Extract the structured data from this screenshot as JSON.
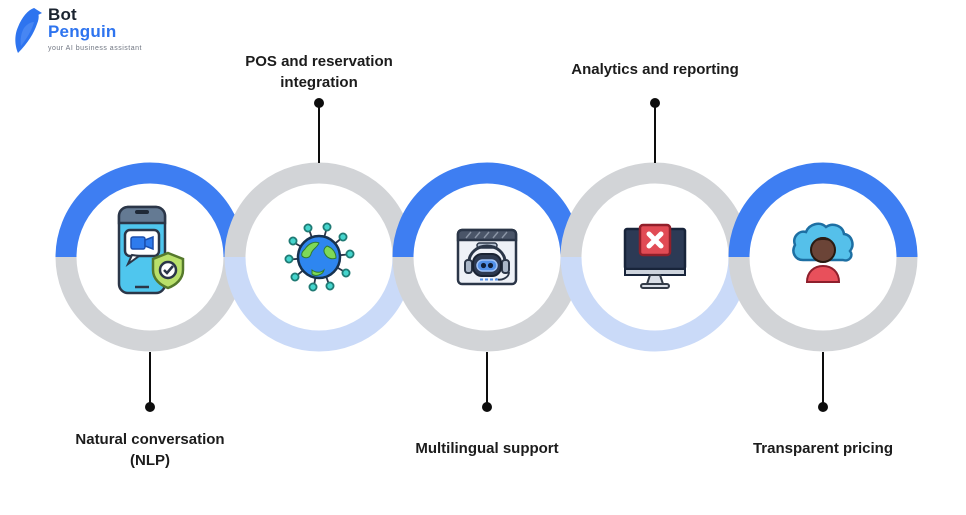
{
  "brand": {
    "name_line1": "Bot",
    "name_line2": "Penguin",
    "tagline": "your AI business assistant",
    "logo_color": "#2e74ef"
  },
  "colors": {
    "accent_blue": "#3e7ef2",
    "ring_gray": "#d2d4d7",
    "ring_light_blue": "#cadaf8",
    "connector_black": "#0d0d0d",
    "label_text": "#1c1c1c"
  },
  "nodes": [
    {
      "label": "Natural conversation\n(NLP)",
      "label_position": "bottom",
      "icon": "phone-video-chat-shield-icon",
      "ring_top_color": "#3e7ef2",
      "ring_bottom_color": "#d2d4d7"
    },
    {
      "label": "POS and reservation\nintegration",
      "label_position": "top",
      "icon": "globe-network-icon",
      "ring_top_color": "#d2d4d7",
      "ring_bottom_color": "#cadaf8"
    },
    {
      "label": "Multilingual support",
      "label_position": "bottom",
      "icon": "chatbot-headset-icon",
      "ring_top_color": "#3e7ef2",
      "ring_bottom_color": "#d2d4d7"
    },
    {
      "label": "Analytics and reporting",
      "label_position": "top",
      "icon": "monitor-error-icon",
      "ring_top_color": "#d2d4d7",
      "ring_bottom_color": "#cadaf8"
    },
    {
      "label": "Transparent pricing",
      "label_position": "bottom",
      "icon": "person-cloud-icon",
      "ring_top_color": "#3e7ef2",
      "ring_bottom_color": "#d2d4d7"
    }
  ]
}
